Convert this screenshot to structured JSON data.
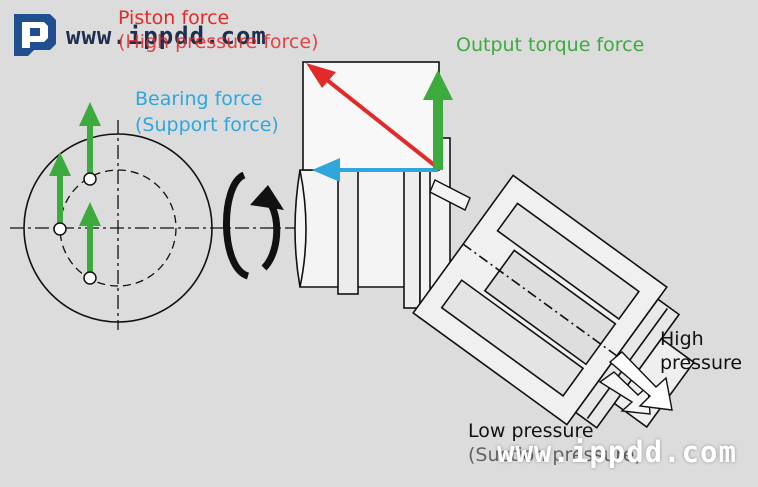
{
  "labels": {
    "piston_force": "Piston force",
    "piston_force_sub": "(High pressure force)",
    "output_torque": "Output torque force",
    "bearing_force": "Bearing force",
    "bearing_force_sub": "(Support force)",
    "high_pressure_1": "High",
    "high_pressure_2": "pressure",
    "low_pressure": "Low pressure",
    "low_pressure_sub": "(Suction pressure)"
  },
  "watermark": {
    "top": "www.ippdd.com",
    "bottom": "www.ippdd.com"
  },
  "colors": {
    "piston_arrow": "#e32a2a",
    "bearing_arrow": "#2fa6dc",
    "torque_arrow": "#3daa3d",
    "logo": "#1f4f8f"
  }
}
